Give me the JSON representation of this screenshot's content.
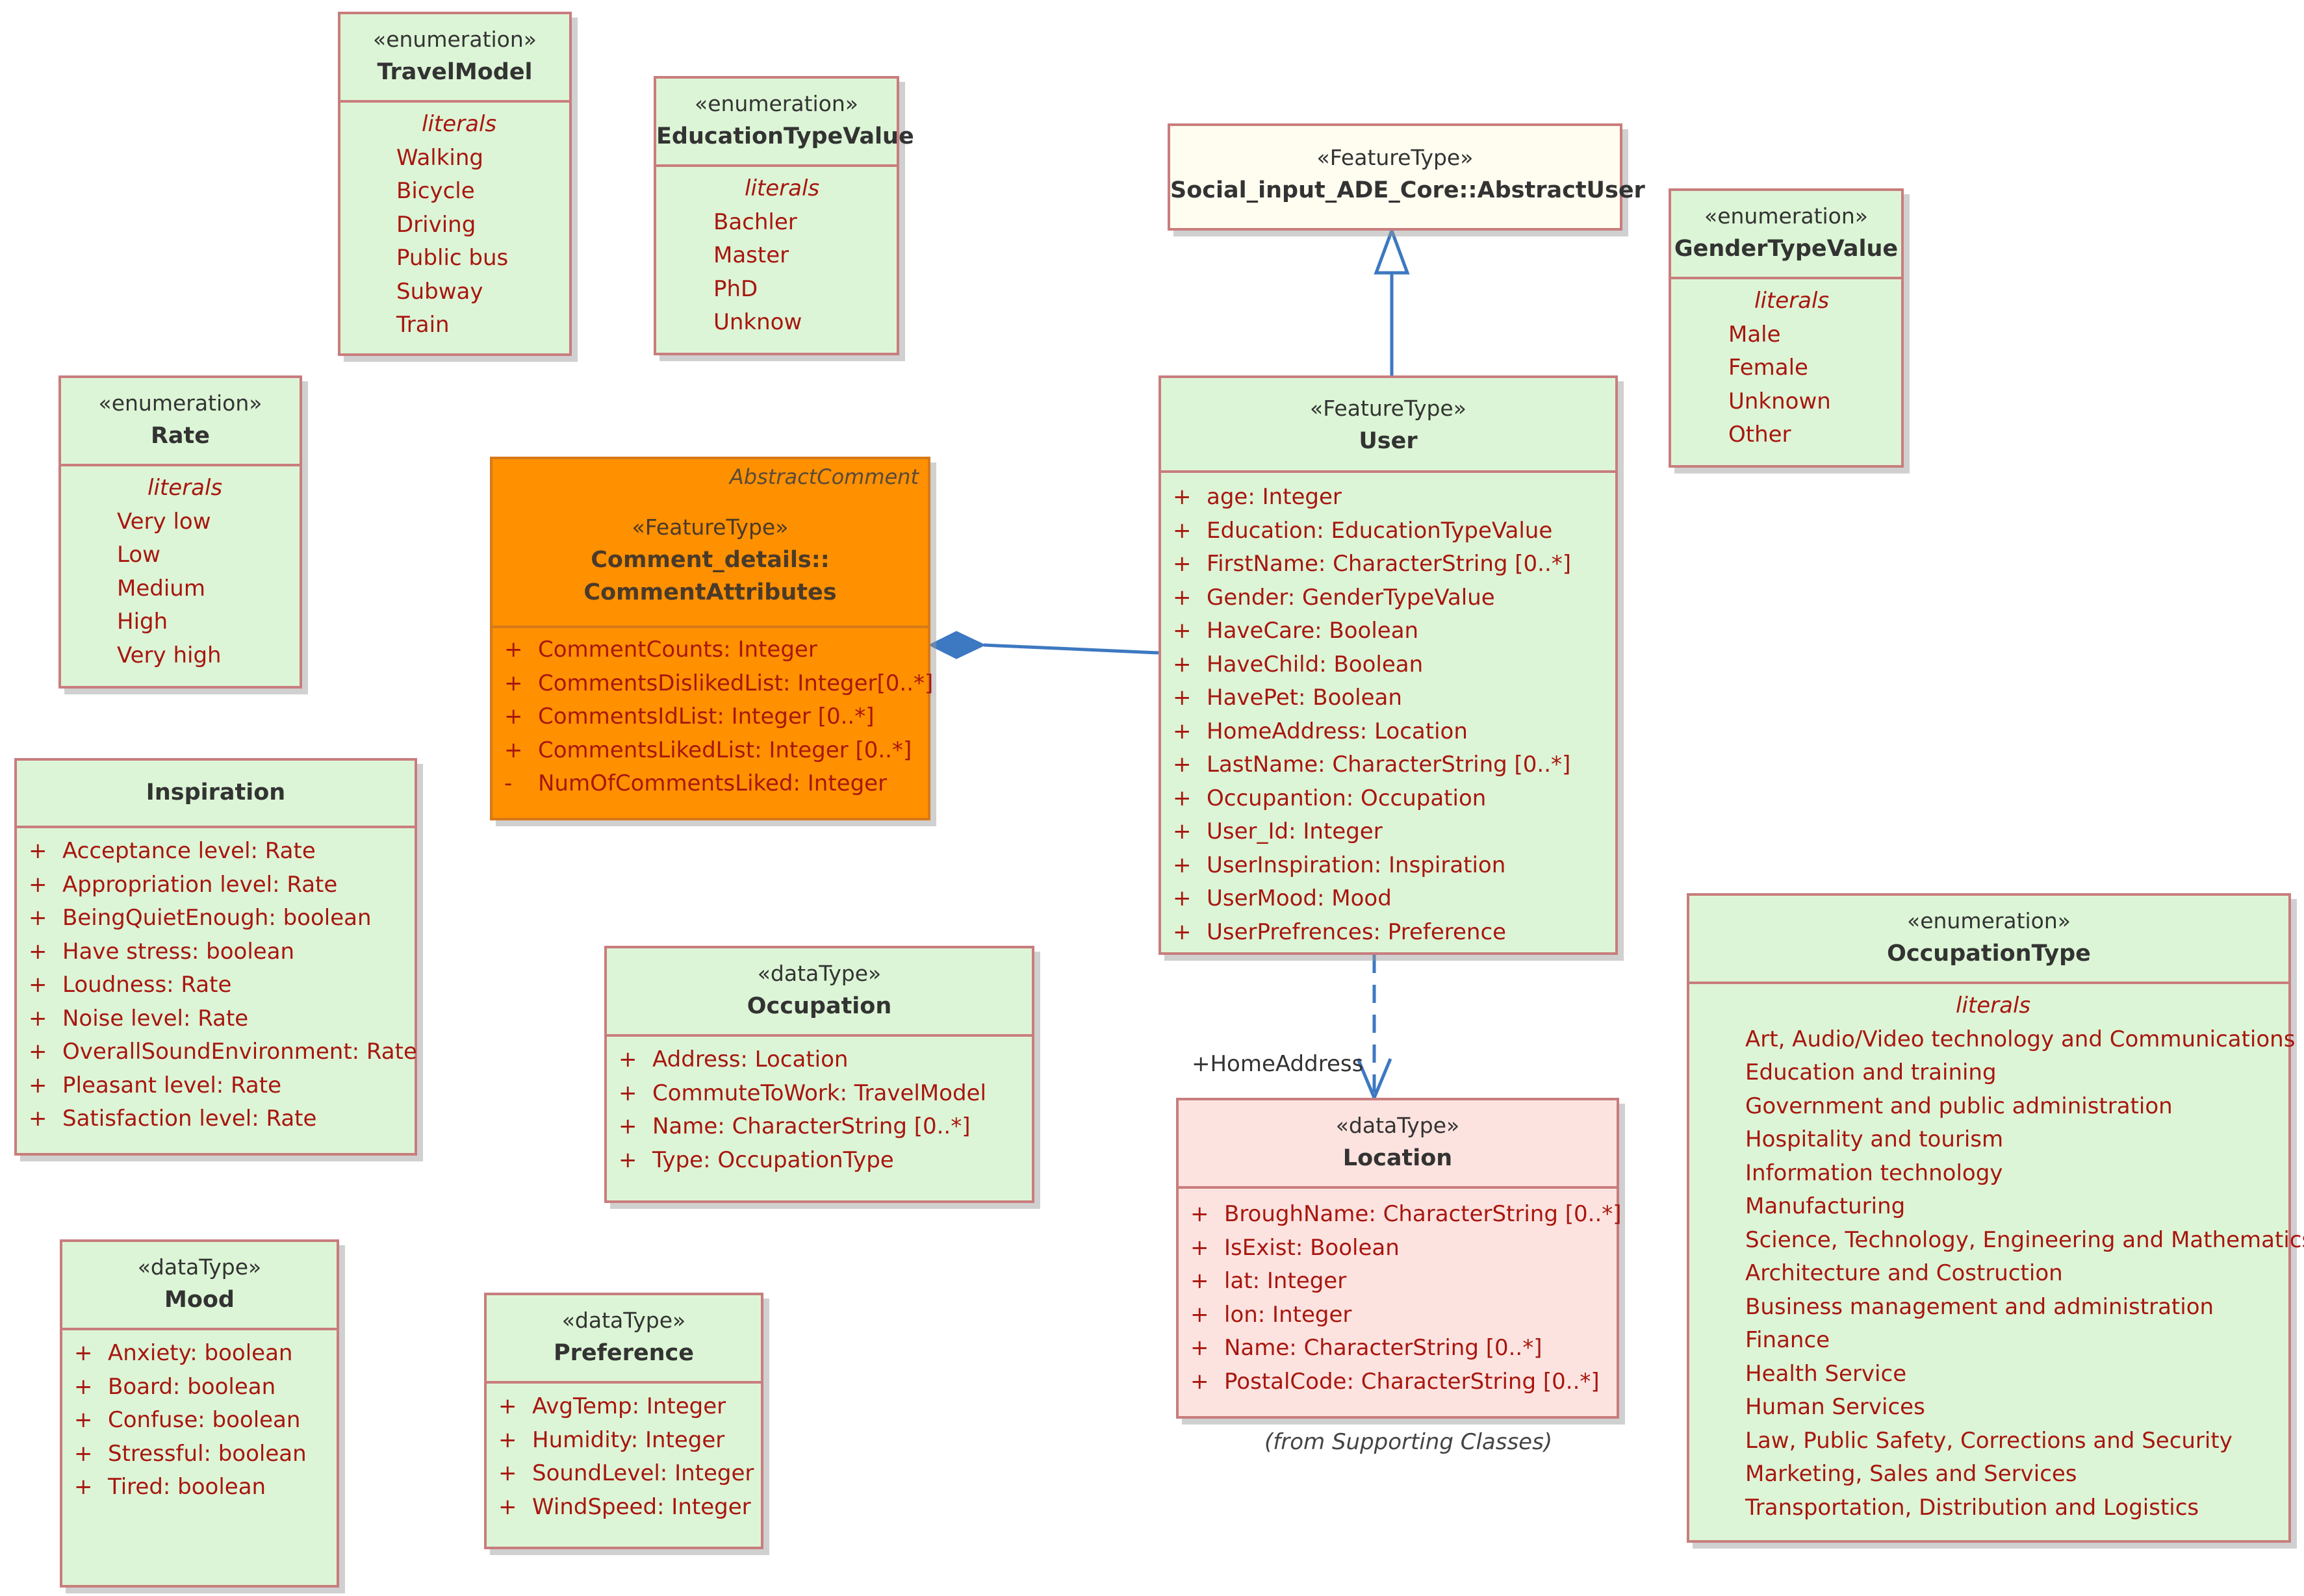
{
  "classes": {
    "travelmodel": {
      "stereotype": "«enumeration»",
      "name": "TravelModel",
      "literals_label": "literals",
      "items": [
        "Walking",
        "Bicycle",
        "Driving",
        "Public bus",
        "Subway",
        "Train"
      ]
    },
    "educationtypevalue": {
      "stereotype": "«enumeration»",
      "name": "EducationTypeValue",
      "literals_label": "literals",
      "items": [
        "Bachler",
        "Master",
        "PhD",
        "Unknow"
      ]
    },
    "abstractuser": {
      "stereotype": "«FeatureType»",
      "name": "Social_input_ADE_Core::AbstractUser"
    },
    "gendertypevalue": {
      "stereotype": "«enumeration»",
      "name": "GenderTypeValue",
      "literals_label": "literals",
      "items": [
        "Male",
        "Female",
        "Unknown",
        "Other"
      ]
    },
    "rate": {
      "stereotype": "«enumeration»",
      "name": "Rate",
      "literals_label": "literals",
      "items": [
        "Very low",
        "Low",
        "Medium",
        "High",
        "Very high"
      ]
    },
    "commentattributes": {
      "abstract_label": "AbstractComment",
      "stereotype": "«FeatureType»",
      "name_line1": "Comment_details::",
      "name_line2": "CommentAttributes",
      "items": [
        {
          "vis": "+",
          "text": "CommentCounts: Integer"
        },
        {
          "vis": "+",
          "text": "CommentsDislikedList: Integer[0..*]"
        },
        {
          "vis": "+",
          "text": "CommentsIdList: Integer [0..*]"
        },
        {
          "vis": "+",
          "text": "CommentsLikedList: Integer [0..*]"
        },
        {
          "vis": "-",
          "text": "NumOfCommentsLiked: Integer"
        }
      ]
    },
    "user": {
      "stereotype": "«FeatureType»",
      "name": "User",
      "items": [
        {
          "vis": "+",
          "text": "age: Integer"
        },
        {
          "vis": "+",
          "text": "Education: EducationTypeValue"
        },
        {
          "vis": "+",
          "text": "FirstName: CharacterString [0..*]"
        },
        {
          "vis": "+",
          "text": "Gender: GenderTypeValue"
        },
        {
          "vis": "+",
          "text": "HaveCare: Boolean"
        },
        {
          "vis": "+",
          "text": "HaveChild: Boolean"
        },
        {
          "vis": "+",
          "text": "HavePet: Boolean"
        },
        {
          "vis": "+",
          "text": "HomeAddress: Location"
        },
        {
          "vis": "+",
          "text": "LastName: CharacterString [0..*]"
        },
        {
          "vis": "+",
          "text": "Occupantion: Occupation"
        },
        {
          "vis": "+",
          "text": "User_Id: Integer"
        },
        {
          "vis": "+",
          "text": "UserInspiration: Inspiration"
        },
        {
          "vis": "+",
          "text": "UserMood: Mood"
        },
        {
          "vis": "+",
          "text": "UserPrefrences: Preference"
        }
      ]
    },
    "inspiration": {
      "name": "Inspiration",
      "items": [
        {
          "vis": "+",
          "text": "Acceptance level: Rate"
        },
        {
          "vis": "+",
          "text": "Appropriation level: Rate"
        },
        {
          "vis": "+",
          "text": "BeingQuietEnough: boolean"
        },
        {
          "vis": "+",
          "text": "Have stress: boolean"
        },
        {
          "vis": "+",
          "text": "Loudness: Rate"
        },
        {
          "vis": "+",
          "text": "Noise level: Rate"
        },
        {
          "vis": "+",
          "text": "OverallSoundEnvironment: Rate"
        },
        {
          "vis": "+",
          "text": "Pleasant level: Rate"
        },
        {
          "vis": "+",
          "text": "Satisfaction level: Rate"
        }
      ]
    },
    "occupation": {
      "stereotype": "«dataType»",
      "name": "Occupation",
      "items": [
        {
          "vis": "+",
          "text": "Address: Location"
        },
        {
          "vis": "+",
          "text": "CommuteToWork: TravelModel"
        },
        {
          "vis": "+",
          "text": "Name: CharacterString [0..*]"
        },
        {
          "vis": "+",
          "text": "Type: OccupationType"
        }
      ]
    },
    "occupationtype": {
      "stereotype": "«enumeration»",
      "name": "OccupationType",
      "literals_label": "literals",
      "items": [
        "Art, Audio/Video technology and Communications",
        "Education and training",
        "Government and public administration",
        "Hospitality and tourism",
        "Information technology",
        "Manufacturing",
        "Science, Technology, Engineering and Mathematics",
        "Architecture and Costruction",
        "Business management and administration",
        "Finance",
        "Health Service",
        "Human Services",
        "Law, Public Safety, Corrections and Security",
        "Marketing, Sales and Services",
        "Transportation, Distribution  and Logistics"
      ]
    },
    "location": {
      "stereotype": "«dataType»",
      "name": "Location",
      "note": "(from Supporting Classes)",
      "items": [
        {
          "vis": "+",
          "text": "BroughName: CharacterString [0..*]"
        },
        {
          "vis": "+",
          "text": "IsExist: Boolean"
        },
        {
          "vis": "+",
          "text": "lat: Integer"
        },
        {
          "vis": "+",
          "text": "lon: Integer"
        },
        {
          "vis": "+",
          "text": "Name: CharacterString [0..*]"
        },
        {
          "vis": "+",
          "text": "PostalCode: CharacterString [0..*]"
        }
      ]
    },
    "mood": {
      "stereotype": "«dataType»",
      "name": "Mood",
      "items": [
        {
          "vis": "+",
          "text": "Anxiety: boolean"
        },
        {
          "vis": "+",
          "text": "Board: boolean"
        },
        {
          "vis": "+",
          "text": "Confuse: boolean"
        },
        {
          "vis": "+",
          "text": "Stressful: boolean"
        },
        {
          "vis": "+",
          "text": "Tired: boolean"
        }
      ]
    },
    "preference": {
      "stereotype": "«dataType»",
      "name": "Preference",
      "items": [
        {
          "vis": "+",
          "text": "AvgTemp: Integer"
        },
        {
          "vis": "+",
          "text": "Humidity: Integer"
        },
        {
          "vis": "+",
          "text": "SoundLevel: Integer"
        },
        {
          "vis": "+",
          "text": "WindSpeed: Integer"
        }
      ]
    }
  },
  "relations": {
    "generalization": {
      "from": "User",
      "to": "Social_input_ADE_Core::AbstractUser"
    },
    "composition": {
      "whole": "Comment_details::CommentAttributes",
      "part": "User"
    },
    "dependency": {
      "from": "User",
      "to": "Location",
      "role": "+HomeAddress"
    }
  },
  "colors": {
    "class_fill": "#dcf5d6",
    "class_border": "#c97d7d",
    "text": "#a8160f",
    "abstract_fill": "#ff9000",
    "location_fill": "#fde3df",
    "abstractuser_fill": "#fffdf0",
    "connector": "#3d78c2"
  }
}
